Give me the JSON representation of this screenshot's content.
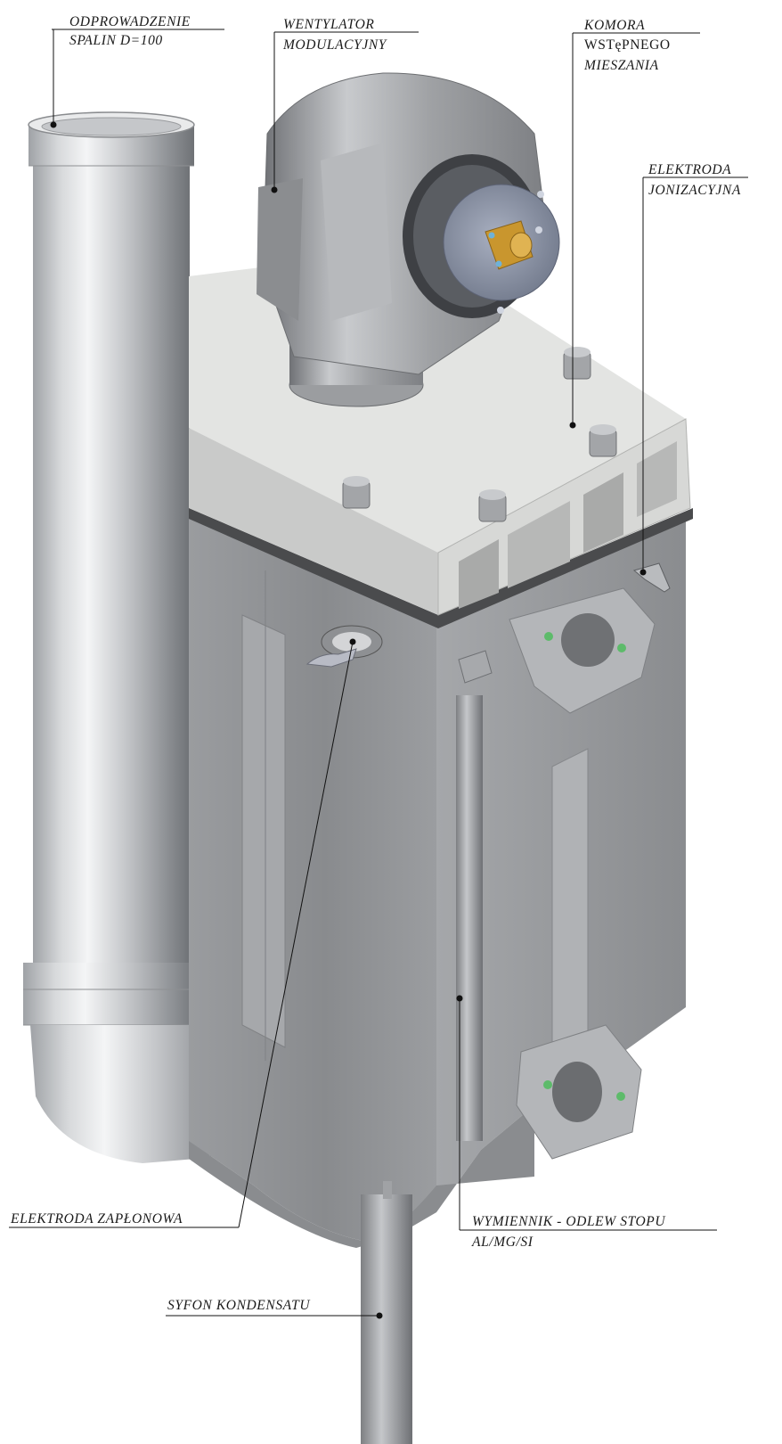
{
  "labels": {
    "flue": {
      "line1": "ODPROWADZENIE",
      "line2": "SPALIN D=100"
    },
    "fan": {
      "line1": "WENTYLATOR",
      "line2": "MODULACYJNY"
    },
    "chamber": {
      "line1": "KOMORA",
      "line2": "WSTęPNEGO",
      "line3": "MIESZANIA"
    },
    "ion_electrode": {
      "line1": "ELEKTRODA",
      "line2": "JONIZACYJNA"
    },
    "ignition_electrode": {
      "line1": "ELEKTRODA ZAPŁONOWA"
    },
    "exchanger": {
      "line1": "WYMIENNIK - ODLEW STOPU",
      "line2": "AL/MG/SI"
    },
    "siphon": {
      "line1": "SYFON KONDENSATU"
    }
  },
  "colors": {
    "steel_light": "#d9dadc",
    "steel_mid": "#a9abae",
    "steel_dark": "#7d7f83",
    "lid": "#e3e4e2",
    "gasket": "#4a4b4d",
    "brass": "#c9962e",
    "fan_plate": "#8d95a8",
    "leader": "#111111"
  }
}
